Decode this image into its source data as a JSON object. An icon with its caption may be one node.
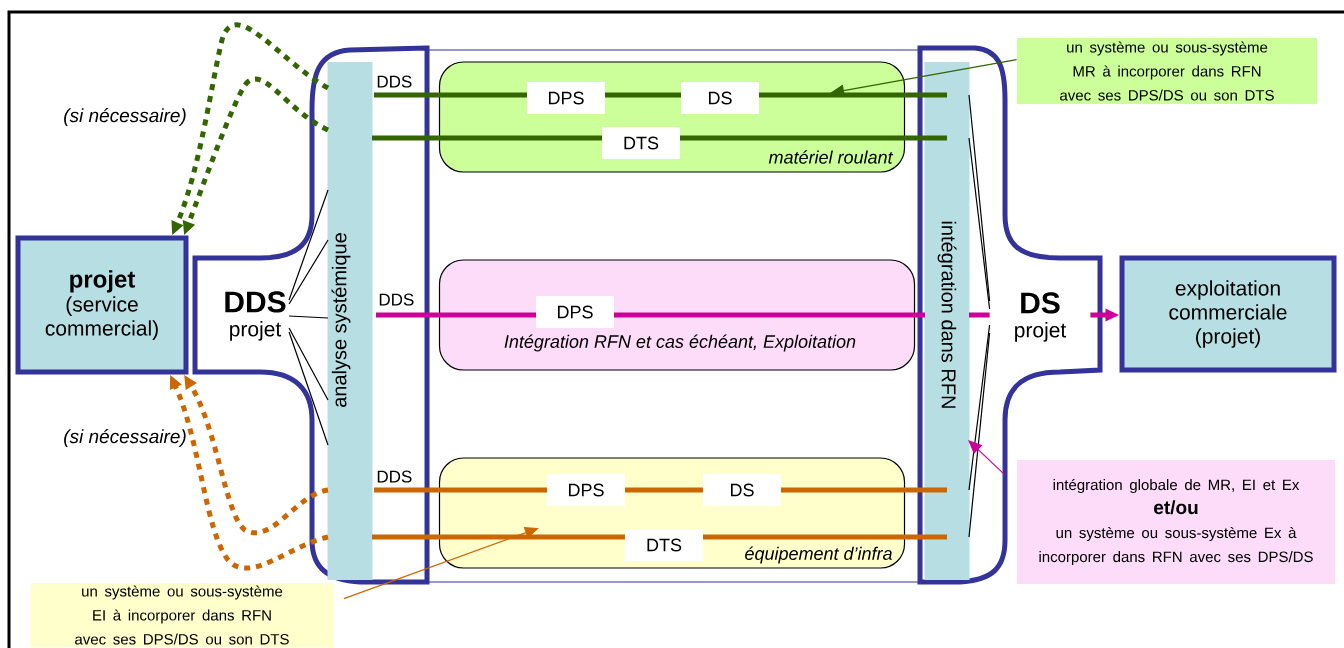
{
  "diagram": {
    "nodes": [
      {
        "text": [
          "projet",
          "(service commercial)"
        ]
      },
      {
        "text": [
          "DDS",
          "projet"
        ]
      },
      {
        "text": [
          "analyse systémique"
        ]
      },
      {
        "text": [],
        "shape": "box"
      },
      {
        "text": [
          "matériel roulant"
        ],
        "in": 3
      },
      {
        "text": [
          "Intégration RFN et cas échéant, Exploitation"
        ],
        "in": 3
      },
      {
        "text": [
          "équipement d’infra"
        ],
        "in": 3
      },
      {
        "text": [
          "intégration dans RFN"
        ]
      },
      {
        "text": [
          "DS",
          "projet"
        ]
      },
      {
        "text": [
          "exploitation commerciale (projet)"
        ]
      },
      {
        "text": [
          "DDS"
        ]
      },
      {
        "text": [
          "DDS"
        ]
      },
      {
        "text": [
          "DDS"
        ]
      },
      {
        "text": [
          "un système ou sous-système MR à incorporer dans RFN avec ses DPS/DS ou son DTS"
        ]
      },
      {
        "text": [
          "intégration globale de MR, EI et Ex",
          "et/ou",
          "un système ou sous-système Ex à incorporer dans RFN avec ses DPS/DS"
        ]
      },
      {
        "text": [
          "un système ou sous-système EI à incorporer dans RFN avec ses DPS/DS ou son DTS"
        ]
      }
    ],
    "edges": [
      {
        "from": 10,
        "to": 4,
        "arrow": "none",
        "color": "#336600"
      },
      {
        "from": 4,
        "to": 7,
        "arrow": "none",
        "color": "#336600"
      },
      {
        "from": 2,
        "to": 4,
        "arrow": "none",
        "color": "#336600"
      },
      {
        "from": 4,
        "to": 7,
        "arrow": "none",
        "color": "#336600"
      },
      {
        "from": 11,
        "to": 5,
        "arrow": "none",
        "color": "#cc0099"
      },
      {
        "from": 5,
        "to": 7,
        "arrow": "none",
        "color": "#cc0099"
      },
      {
        "from": 7,
        "to": 8,
        "arrow": "none",
        "color": "#cc0099"
      },
      {
        "from": 8,
        "to": 9,
        "arrow": "to",
        "color": "#cc0099"
      },
      {
        "from": 12,
        "to": 6,
        "arrow": "none",
        "color": "#cc6600"
      },
      {
        "from": 6,
        "to": 7,
        "arrow": "none",
        "color": "#cc6600"
      },
      {
        "from": 2,
        "to": 6,
        "arrow": "none",
        "color": "#cc6600"
      },
      {
        "from": 6,
        "to": 7,
        "arrow": "none",
        "color": "#cc6600"
      },
      {
        "from": 1,
        "to": 2,
        "arrow": "none"
      },
      {
        "from": 1,
        "to": 2,
        "arrow": "none"
      },
      {
        "from": 1,
        "to": 2,
        "arrow": "none"
      },
      {
        "from": 1,
        "to": 2,
        "arrow": "none"
      },
      {
        "from": 1,
        "to": 2,
        "arrow": "none"
      },
      {
        "from": 7,
        "to": 8,
        "arrow": "none"
      },
      {
        "from": 7,
        "to": 8,
        "arrow": "none"
      },
      {
        "from": 7,
        "to": 8,
        "arrow": "none"
      },
      {
        "from": 7,
        "to": 8,
        "arrow": "none"
      },
      {
        "from": 2,
        "to": 0,
        "arrow": "to",
        "style": "dashed",
        "color": "#336600"
      },
      {
        "from": 2,
        "to": 0,
        "arrow": "to",
        "style": "dashed",
        "color": "#336600"
      },
      {
        "from": 2,
        "to": 0,
        "arrow": "to",
        "style": "dashed",
        "color": "#cc6600"
      },
      {
        "from": 2,
        "to": 0,
        "arrow": "to",
        "style": "dashed",
        "color": "#cc6600"
      },
      {
        "from": 13,
        "to": 4,
        "arrow": "to",
        "color": "#336600"
      },
      {
        "from": 14,
        "to": 7,
        "arrow": "to",
        "color": "#cc0099"
      },
      {
        "from": 15,
        "to": 6,
        "arrow": "to",
        "color": "#cc6600"
      }
    ],
    "labels": [
      "(si nécessaire)",
      "DPS",
      "DS",
      "DTS",
      "DPS",
      "(si nécessaire)",
      "DPS",
      "DS",
      "DTS"
    ]
  }
}
